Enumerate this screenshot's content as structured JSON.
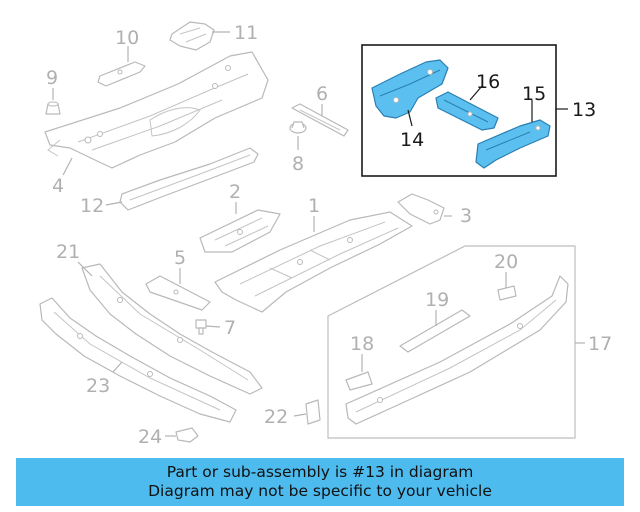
{
  "callouts": {
    "c1": "1",
    "c2": "2",
    "c3": "3",
    "c4": "4",
    "c5": "5",
    "c6": "6",
    "c7": "7",
    "c8": "8",
    "c9": "9",
    "c10": "10",
    "c11": "11",
    "c12": "12",
    "c13": "13",
    "c14": "14",
    "c15": "15",
    "c16": "16",
    "c17": "17",
    "c18": "18",
    "c19": "19",
    "c20": "20",
    "c21": "21",
    "c22": "22",
    "c23": "23",
    "c24": "24"
  },
  "highlight": {
    "part": "13",
    "color": "#5bc0f0"
  },
  "banner": {
    "line1": "Part or sub-assembly is #13 in diagram",
    "line2": "Diagram may not be specific to your vehicle",
    "color": "#4dbbee"
  }
}
